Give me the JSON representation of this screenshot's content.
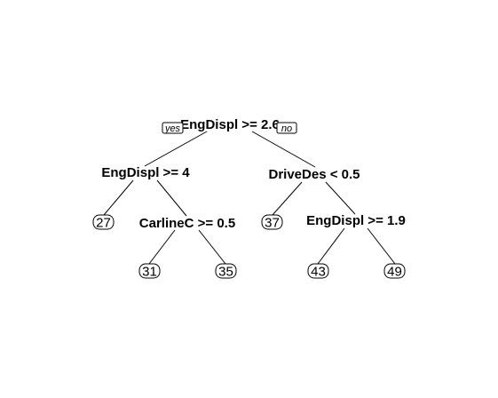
{
  "tree": {
    "splits": {
      "root": "EngDispl >= 2.6",
      "left": "EngDispl >= 4",
      "right": "DriveDes < 0.5",
      "left_right": "CarlineC >= 0.5",
      "right_right": "EngDispl >= 1.9"
    },
    "branch_labels": {
      "yes": "yes",
      "no": "no"
    },
    "leaves": {
      "leaf_1": "27",
      "leaf_2": "31",
      "leaf_3": "35",
      "leaf_4": "37",
      "leaf_5": "43",
      "leaf_6": "49"
    }
  }
}
